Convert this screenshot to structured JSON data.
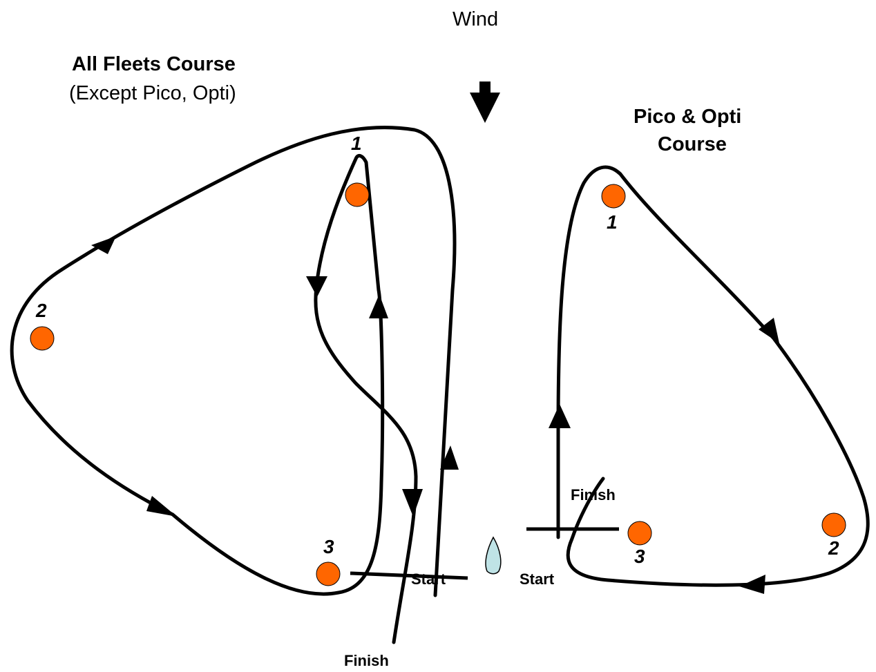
{
  "wind": {
    "label": "Wind"
  },
  "all_fleets": {
    "title": "All Fleets Course",
    "subtitle": "(Except Pico, Opti)",
    "marks": [
      "1",
      "2",
      "3"
    ],
    "start_label": "Start",
    "finish_label": "Finish"
  },
  "pico_opti": {
    "title_line1": "Pico & Opti",
    "title_line2": "Course",
    "marks": [
      "1",
      "2",
      "3"
    ],
    "start_label": "Start",
    "finish_label": "Finish"
  },
  "colors": {
    "mark_fill": "#ff6600",
    "boat_fill": "#bfe3e6",
    "line": "#000000"
  }
}
